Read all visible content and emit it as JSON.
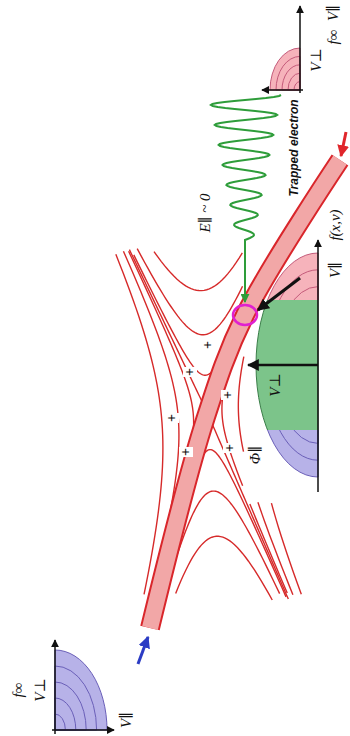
{
  "diagram": {
    "labels": [
      "f∞",
      "V⊥",
      "V∥",
      "Trapped electron",
      "E∥ ~ 0",
      "Φ∥",
      "+",
      "+",
      "+",
      "+",
      "+",
      "+",
      "f(x,v)",
      "V⊥",
      "V∥",
      "V∥",
      "f∞",
      "V⊥"
    ]
  }
}
